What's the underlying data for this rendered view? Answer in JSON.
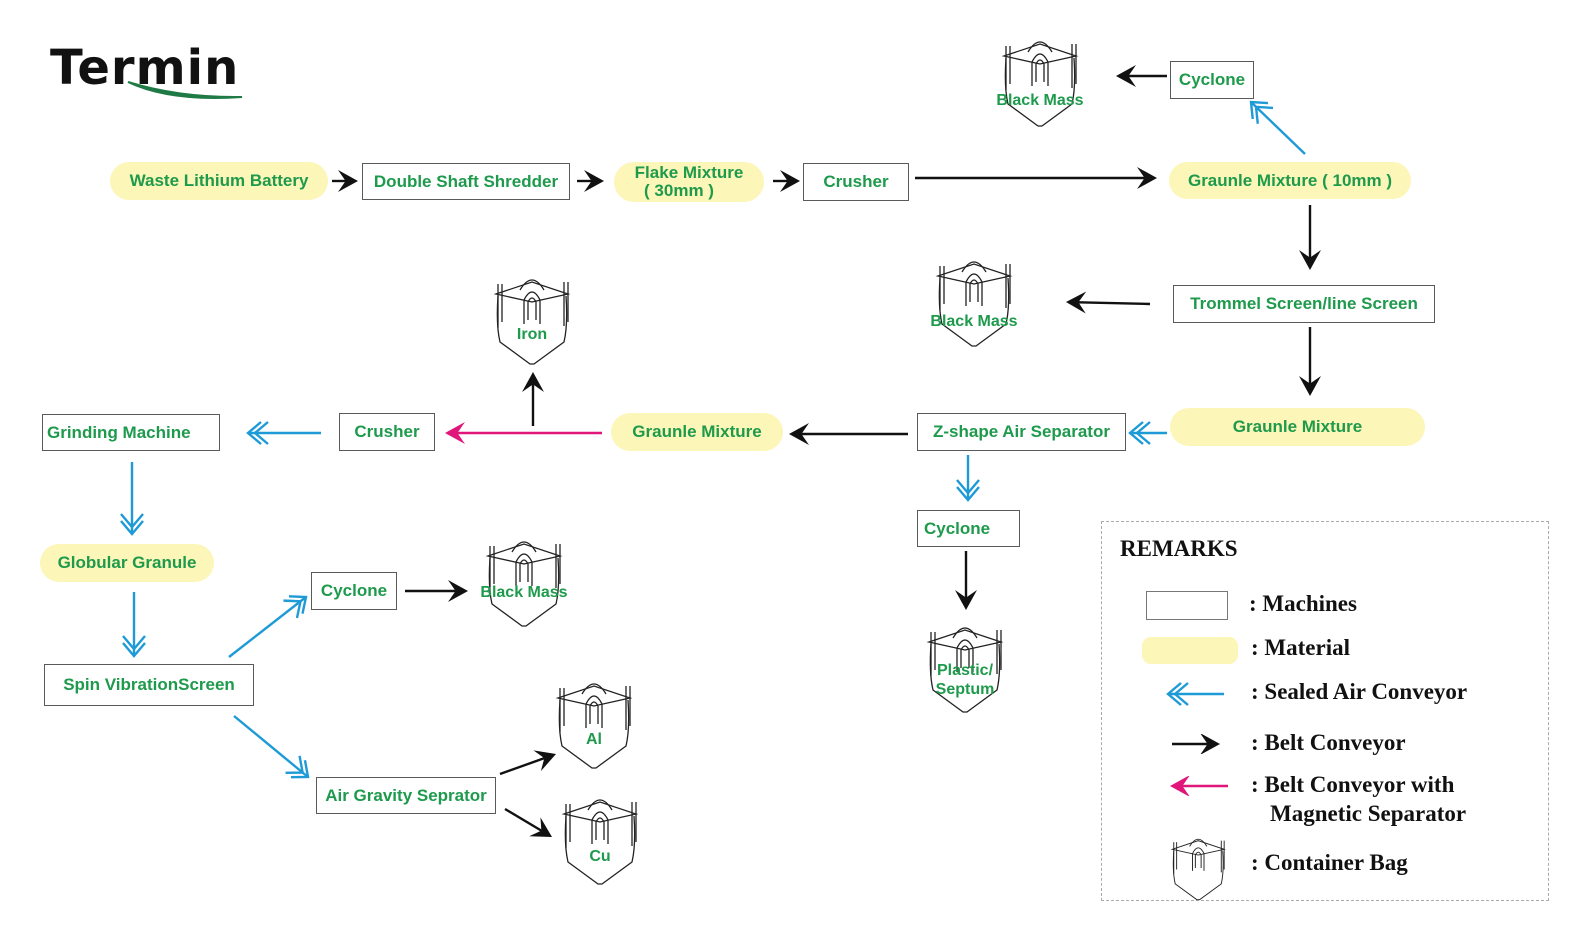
{
  "logo": {
    "text": "Termin"
  },
  "colors": {
    "label_green": "#1e9a4c",
    "material_fill": "#fcf6b8",
    "machine_border": "#5a5a5a",
    "air_conveyor": "#1e9ad6",
    "belt_conveyor": "#111111",
    "magnetic_conveyor": "#e0167a",
    "logo_swoosh": "#1f7a45"
  },
  "nodes": {
    "waste_battery": "Waste Lithium Battery",
    "shredder": "Double Shaft Shredder",
    "flake_mixture_line1": "Flake Mixture",
    "flake_mixture_line2": "( 30mm )",
    "crusher_top": "Crusher",
    "granule_10mm": "Graunle Mixture ( 10mm )",
    "cyclone_top": "Cyclone",
    "trommel": "Trommel Screen/line Screen",
    "granule_mixture_right": "Graunle Mixture",
    "z_separator": "Z-shape Air Separator",
    "granule_mixture_mid": "Graunle Mixture",
    "crusher_mid": "Crusher",
    "grinding": "Grinding Machine",
    "cyclone_mid": "Cyclone",
    "globular": "Globular Granule",
    "spin_screen": "Spin VibrationScreen",
    "cyclone_low": "Cyclone",
    "air_gravity": "Air Gravity Seprator"
  },
  "bags": {
    "black_mass_top": "Black  Mass",
    "black_mass_mid": "Black  Mass",
    "iron": "Iron",
    "black_mass_low": "Black Mass",
    "plastic_line1": "Plastic/",
    "plastic_line2": "Septum",
    "al": "Al",
    "cu": "Cu"
  },
  "legend": {
    "title": "REMARKS",
    "items": [
      {
        "symbol": "machine-box",
        "label": ":  Machines"
      },
      {
        "symbol": "material-pill",
        "label": ":  Material"
      },
      {
        "symbol": "air-conveyor-arrow",
        "label": ":  Sealed Air Conveyor"
      },
      {
        "symbol": "belt-conveyor-arrow",
        "label": ":  Belt Conveyor"
      },
      {
        "symbol": "magnetic-conveyor-arrow",
        "label": ":  Belt Conveyor with"
      },
      {
        "symbol": "",
        "label": "Magnetic Separator"
      },
      {
        "symbol": "container-bag",
        "label": ":  Container Bag"
      }
    ]
  }
}
